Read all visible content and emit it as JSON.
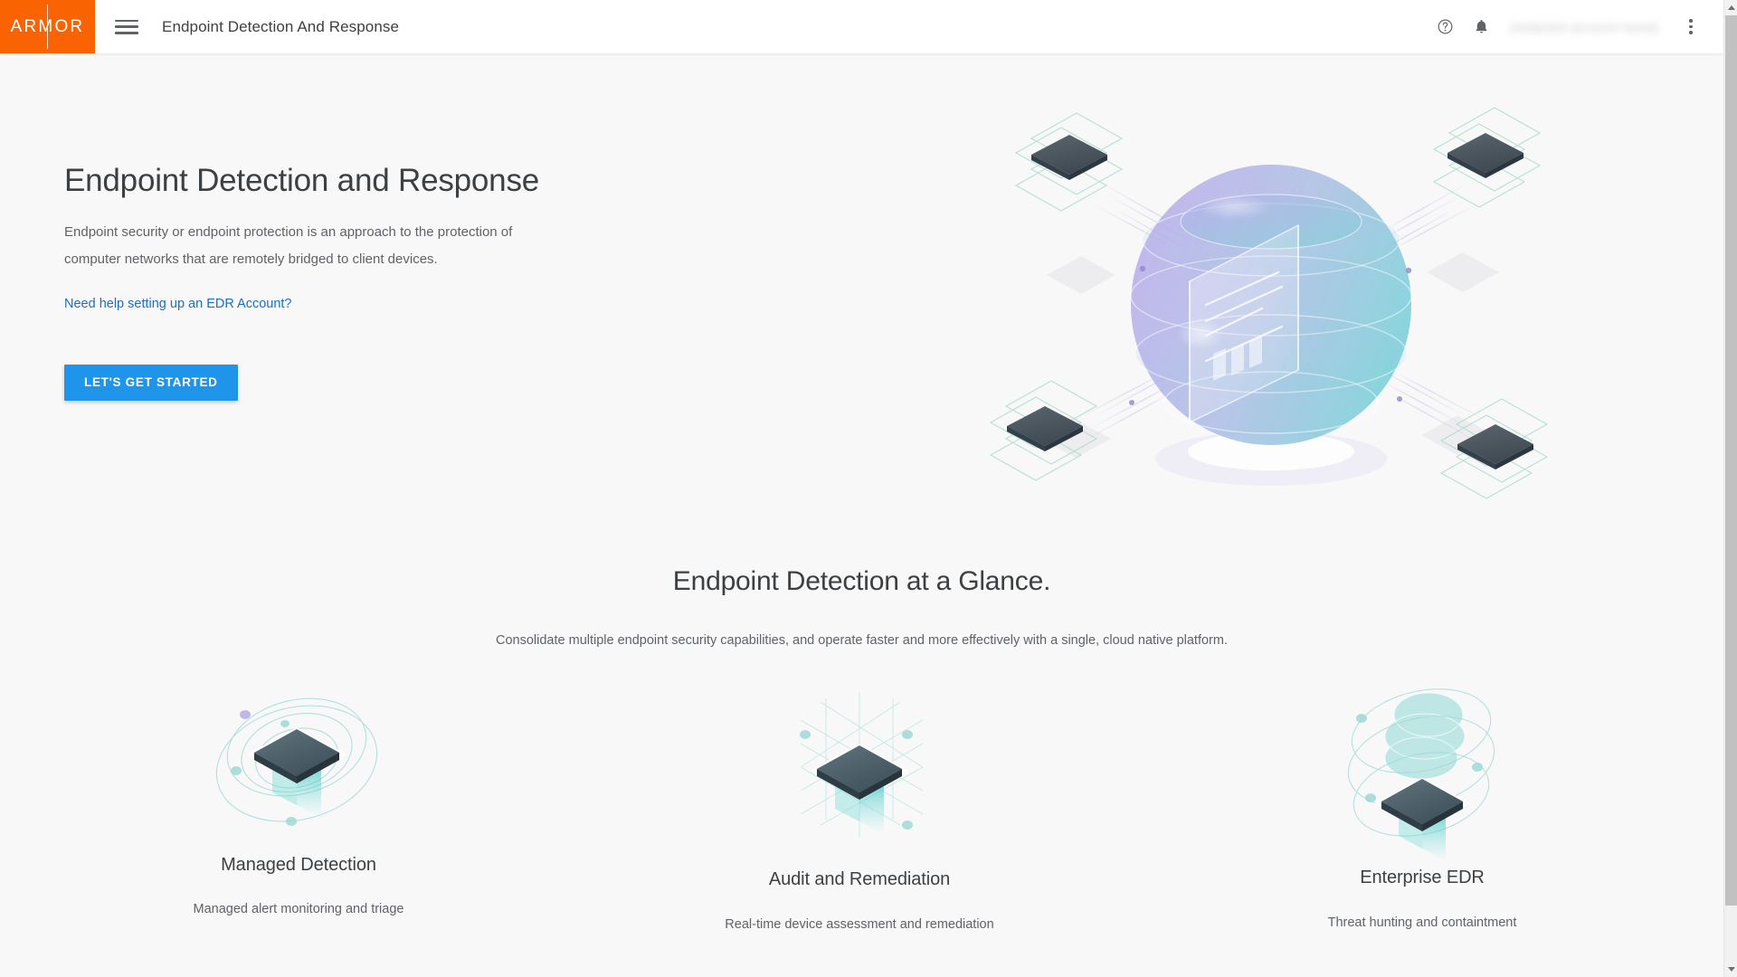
{
  "header": {
    "logo_text": "ARMOR",
    "menu_icon": "hamburger-icon",
    "title": "Endpoint Detection And Response",
    "help_icon": "help-circle-icon",
    "notifications_icon": "bell-icon",
    "account_label": "[redacted account name]",
    "overflow_icon": "more-vertical-icon"
  },
  "hero": {
    "title": "Endpoint Detection and Response",
    "description": "Endpoint security or endpoint protection is an approach to the protection of computer networks that are remotely bridged to client devices.",
    "link_label": "Need help setting up an EDR Account?",
    "cta_label": "LET'S GET STARTED",
    "illustration_name": "edr-sphere-illustration"
  },
  "glance": {
    "title": "Endpoint Detection at a Glance.",
    "subtitle": "Consolidate multiple endpoint security capabilities, and operate faster and more effectively with a single, cloud native platform."
  },
  "cards": [
    {
      "title": "Managed Detection",
      "subtitle": "Managed alert monitoring and triage",
      "illustration_name": "chip-waves-illustration"
    },
    {
      "title": "Audit and Remediation",
      "subtitle": "Real-time device assessment and remediation",
      "illustration_name": "chip-lattice-illustration"
    },
    {
      "title": "Enterprise EDR",
      "subtitle": "Threat hunting and containtment",
      "illustration_name": "chip-cloud-waves-illustration"
    }
  ],
  "colors": {
    "brand_orange": "#f96302",
    "accent_blue": "#1e94eb",
    "link_blue": "#1a6fc4",
    "page_background": "#f8f8f8",
    "header_background": "#ffffff",
    "text_primary": "#3c4043",
    "text_secondary": "#5f6368",
    "illustration_teal": "#5ec8c8",
    "illustration_purple": "#a79ee0",
    "chip_slate": "#4a5a63"
  },
  "scrollbar": {
    "up_arrow_icon": "caret-up-icon",
    "down_arrow_icon": "caret-down-icon"
  }
}
